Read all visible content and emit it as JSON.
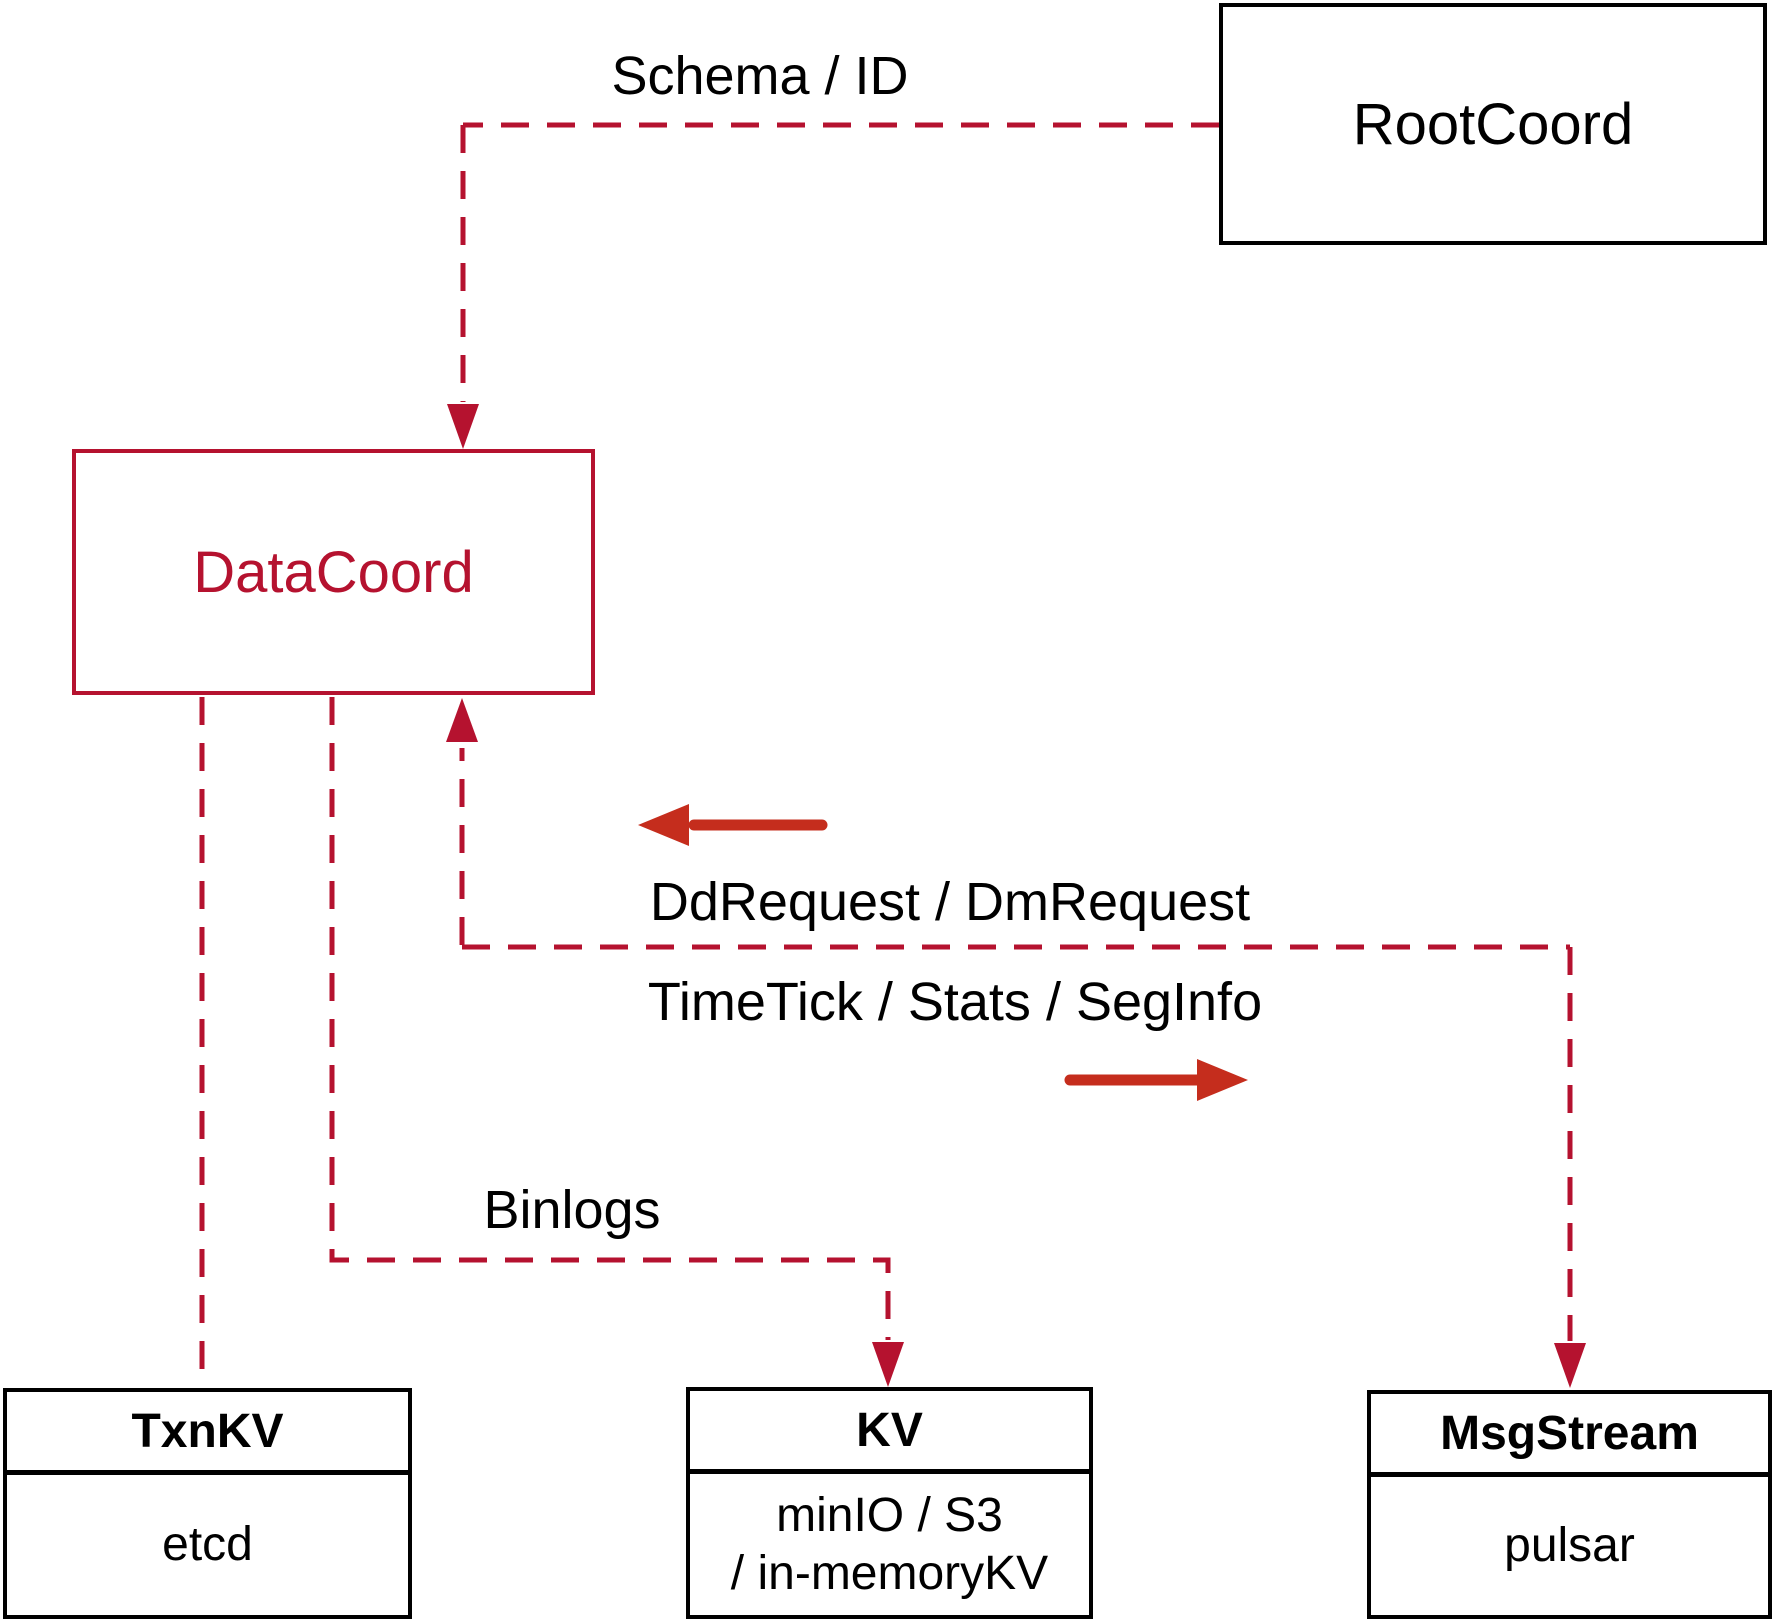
{
  "diagram": {
    "nodes": {
      "rootcoord": {
        "label": "RootCoord"
      },
      "datacoord": {
        "label": "DataCoord"
      },
      "txnkv": {
        "title": "TxnKV",
        "body": "etcd"
      },
      "kv": {
        "title": "KV",
        "body_line1": "minIO / S3",
        "body_line2": "/ in-memoryKV"
      },
      "msgstream": {
        "title": "MsgStream",
        "body": "pulsar"
      }
    },
    "edge_labels": {
      "schema_id": "Schema / ID",
      "dd_request": "DdRequest / DmRequest",
      "timetick": "TimeTick / Stats / SegInfo",
      "binlogs": "Binlogs"
    },
    "colors": {
      "dashed_line": "#b5122f",
      "solid_arrow": "#c52d1d",
      "box_border": "#000000",
      "accent_box": "#b5122f"
    }
  }
}
